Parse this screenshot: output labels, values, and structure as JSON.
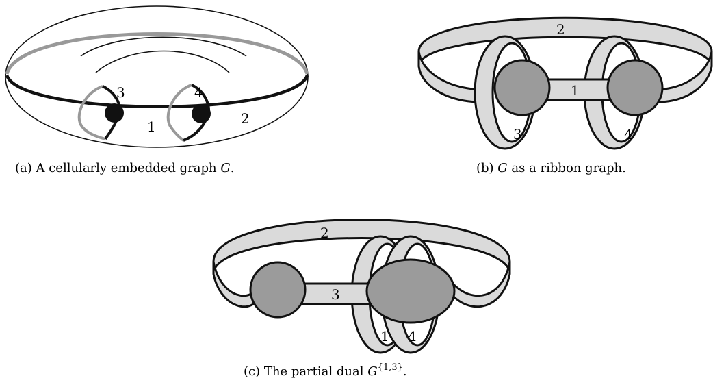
{
  "panel_a": {
    "edge_labels": {
      "e1": "1",
      "e2": "2",
      "e3": "3",
      "e4": "4"
    },
    "caption": {
      "prefix": "(a) A cellularly embedded graph ",
      "graph": "G",
      "suffix": "."
    }
  },
  "panel_b": {
    "edge_labels": {
      "e1": "1",
      "e2": "2",
      "e3": "3",
      "e4": "4"
    },
    "caption": {
      "prefix": "(b) ",
      "graph": "G",
      "suffix": " as a ribbon graph."
    }
  },
  "panel_c": {
    "edge_labels": {
      "e1": "1",
      "e2": "2",
      "e3": "3",
      "e4": "4"
    },
    "caption": {
      "prefix": "(c) The partial dual ",
      "graph": "G",
      "superscript": "{1,3}",
      "suffix": "."
    }
  }
}
